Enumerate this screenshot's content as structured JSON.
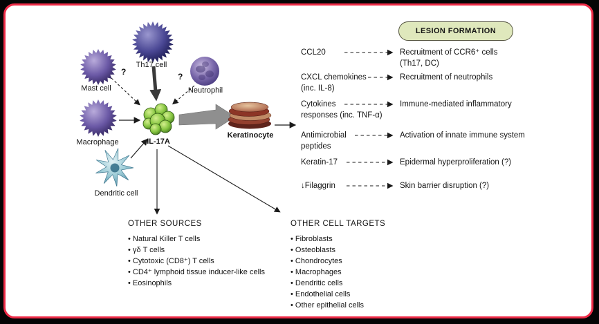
{
  "badge": {
    "label": "LESION FORMATION"
  },
  "question_mark": "?",
  "cells": {
    "mast": "Mast cell",
    "th17": "Th17 cell",
    "neutrophil": "Neutrophil",
    "macrophage": "Macrophage",
    "il17a": "IL-17A",
    "dendritic": "Dendritic cell",
    "keratinocyte": "Keratinocyte"
  },
  "mediators": {
    "rows": [
      {
        "left": "CCL20",
        "right": "Recruitment of CCR6⁺ cells\n(Th17, DC)"
      },
      {
        "left": "CXCL chemokines\n(inc. IL-8)",
        "right": "Recruitment of neutrophils"
      },
      {
        "left": "Cytokines\nresponses (inc. TNF-α)",
        "right": "Immune-mediated inflammatory"
      },
      {
        "left": "Antimicrobial\npeptides",
        "right": "Activation of innate immune system"
      },
      {
        "left": "Keratin-17",
        "right": "Epidermal hyperproliferation (?)"
      },
      {
        "left": "↓Filaggrin",
        "right": "Skin barrier disruption (?)"
      }
    ]
  },
  "other_sources": {
    "title": "OTHER SOURCES",
    "items": [
      "Natural Killer T cells",
      "γδ T cells",
      "Cytotoxic (CD8⁺) T cells",
      "CD4⁺ lymphoid tissue inducer-like cells",
      "Eosinophils"
    ]
  },
  "other_targets": {
    "title": "OTHER CELL TARGETS",
    "items": [
      "Fibroblasts",
      "Osteoblasts",
      "Chondrocytes",
      "Macrophages",
      "Dendritic cells",
      "Endothelial cells",
      "Other epithelial cells"
    ]
  },
  "colors": {
    "frame_border": "#ee2b47",
    "badge_bg": "#dfe8bc",
    "il17a_green": "#84c43f",
    "cell_purple": "#6a58a5",
    "th17_navy": "#4a4794",
    "dendritic_teal": "#9ccbd6",
    "keratinocyte_maroon": "#93402f",
    "big_arrow_gray": "#8f8f8f"
  }
}
